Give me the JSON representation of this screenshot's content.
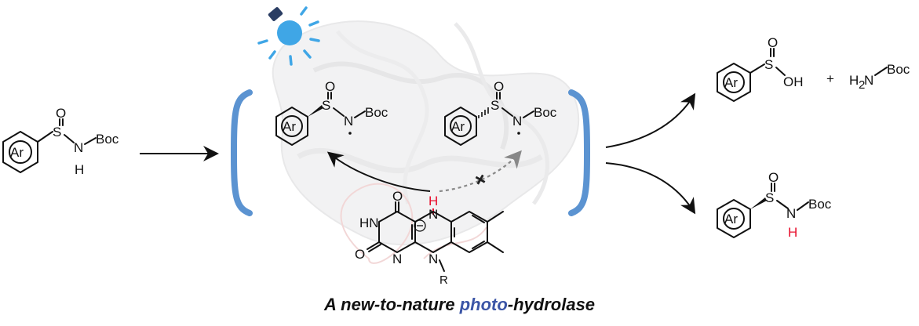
{
  "caption": {
    "part1": "A new-to-nature ",
    "highlight": "photo",
    "part2": "-hydrolase"
  },
  "labels": {
    "ar": "Ar",
    "s": "S",
    "o": "O",
    "n": "N",
    "h": "H",
    "boc": "Boc",
    "oh": "OH",
    "plus": "+",
    "h2n": "H",
    "h2n_sub": "2",
    "h2n_n": "N",
    "hn": "HN",
    "r": "R",
    "cross": "+"
  },
  "colors": {
    "bracket": "#5b93d1",
    "bulb": "#3fa6e6",
    "highlight_h": "#e8102e",
    "caption_highlight": "#3b55a6"
  }
}
